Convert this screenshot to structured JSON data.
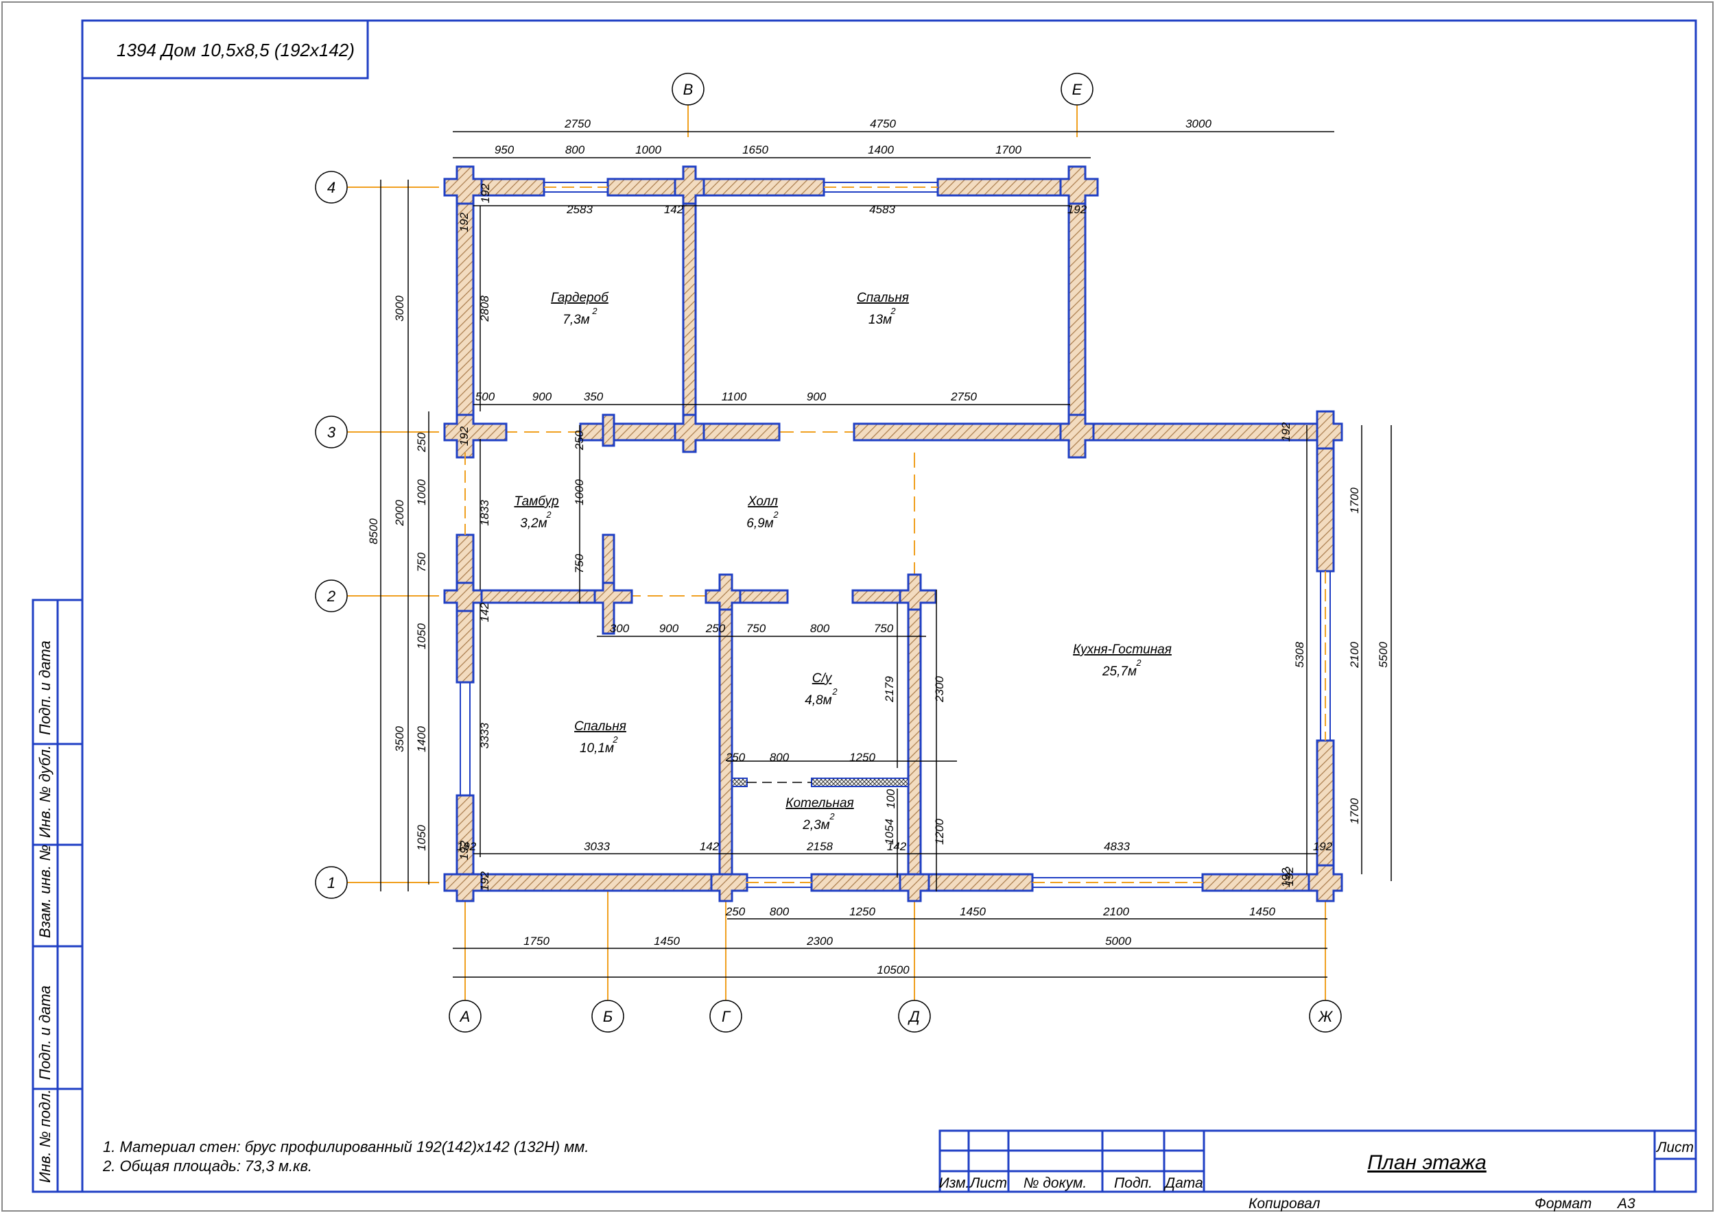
{
  "title_box": "1394 Дом 10,5x8,5 (192x142)",
  "axes": {
    "letters": [
      "А",
      "Б",
      "В",
      "Г",
      "Д",
      "Е",
      "Ж"
    ],
    "numbers": [
      "1",
      "2",
      "3",
      "4"
    ]
  },
  "rooms": [
    {
      "name": "Гардероб",
      "area": "7,3м",
      "sup": "2"
    },
    {
      "name": "Спальня",
      "area": "13м",
      "sup": "2"
    },
    {
      "name": "Тамбур",
      "area": "3,2м",
      "sup": "2"
    },
    {
      "name": "Холл",
      "area": "6,9м",
      "sup": "2"
    },
    {
      "name": "Кухня-Гостиная",
      "area": "25,7м",
      "sup": "2"
    },
    {
      "name": "С/у",
      "area": "4,8м",
      "sup": "2"
    },
    {
      "name": "Спальня",
      "area": "10,1м",
      "sup": "2"
    },
    {
      "name": "Котельная",
      "area": "2,3м",
      "sup": "2"
    }
  ],
  "dimensions": {
    "top_overall": [
      "2750",
      "4750",
      "3000"
    ],
    "top_segments": [
      "950",
      "800",
      "1000",
      "1650",
      "1400",
      "1700"
    ],
    "top_inner": [
      "192",
      "192",
      "2583",
      "142",
      "4583",
      "192"
    ],
    "mid_upper": [
      "500",
      "900",
      "350",
      "1100",
      "900",
      "2750"
    ],
    "mid_lower": [
      "300",
      "900",
      "250",
      "750",
      "800",
      "750"
    ],
    "boiler": [
      "250",
      "800",
      "1250",
      "100"
    ],
    "bottom_inner": [
      "192",
      "3033",
      "142",
      "2158",
      "142",
      "4833",
      "192",
      "192",
      "192"
    ],
    "bottom_segments": [
      "250",
      "800",
      "1250",
      "1450",
      "2100",
      "1450"
    ],
    "bottom_axes": [
      "1750",
      "1450",
      "2300",
      "5000"
    ],
    "bottom_total": "10500",
    "left_total": "8500",
    "left_axes": [
      "3000",
      "2000",
      "3500"
    ],
    "left_segments": [
      "250",
      "1000",
      "750",
      "1050",
      "1400",
      "1050"
    ],
    "left_inner": [
      "2808",
      "1833",
      "142",
      "3333",
      "192",
      "192"
    ],
    "vestibule": [
      "250",
      "1000",
      "750"
    ],
    "bath_wc": [
      "2179",
      "2300",
      "1054",
      "1200"
    ],
    "right": [
      "5308",
      "192",
      "192",
      "1700",
      "2100",
      "1700",
      "5500"
    ]
  },
  "notes": [
    "1. Материал стен: брус профилированный 192(142)х142 (132Н) мм.",
    "2. Общая площадь: 73,3 м.кв."
  ],
  "stamp": {
    "headers": [
      "Изм.",
      "Лист",
      "№ докум.",
      "Подп.",
      "Дата"
    ],
    "sheet_title": "План этажа",
    "sheet_label": "Лист",
    "copied": "Копировал",
    "format_label": "Формат",
    "format_value": "А3"
  },
  "side_stamp": [
    "Инв. № подл.",
    "Подп. и дата",
    "Взам. инв. №",
    "Инв. № дубл.",
    "Подп. и дата"
  ],
  "colors": {
    "wall_outline": "#1f3fc4",
    "wall_fill": "#f3dcc0",
    "hatch": "#a87a4a",
    "axis": "#f0a020",
    "frame": "#1f3fc4",
    "dim": "#000000"
  }
}
